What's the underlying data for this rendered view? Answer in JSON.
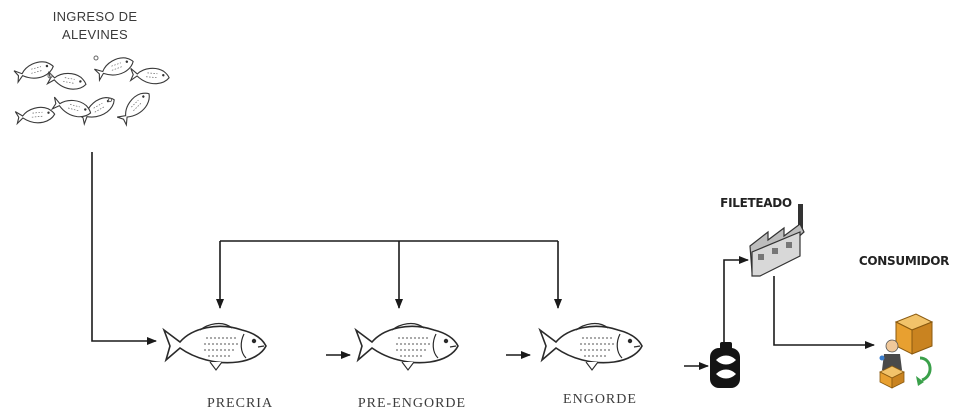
{
  "labels": {
    "ingreso_line1": "INGRESO DE",
    "ingreso_line2": "ALEVINES",
    "precria": "PRECRIA",
    "pre_engorde": "PRE-ENGORDE",
    "engorde": "ENGORDE",
    "fileteado": "FILETEADO",
    "consumidor": "CONSUMIDOR"
  },
  "icons": {
    "alevines": "fish-group-icon",
    "stage_fish": "fish-icon",
    "processing": "barrel-icon",
    "factory": "factory-icon",
    "consumer": "consumer-icon"
  },
  "colors": {
    "line": "#1a1a1a",
    "text": "#333333",
    "factory_wall": "#d8d8d8",
    "box": "#e8a030",
    "recycle": "#3aa04a"
  }
}
